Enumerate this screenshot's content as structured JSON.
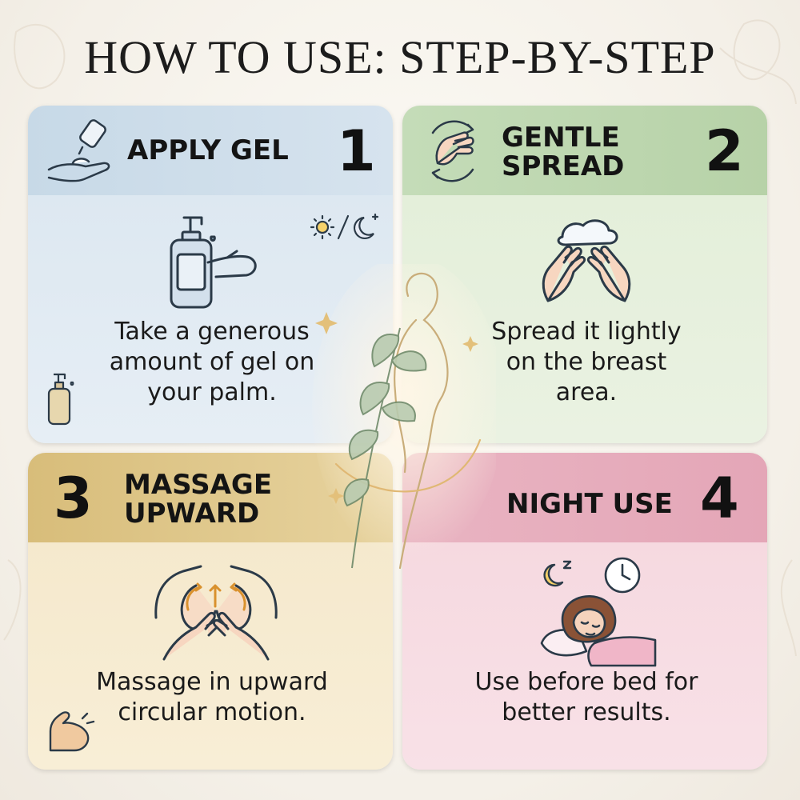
{
  "title": "HOW TO USE: STEP-BY-STEP",
  "steps": [
    {
      "number": "1",
      "title_lines": [
        "APPLY GEL"
      ],
      "description_lines": [
        "Take a generous",
        "amount of gel on",
        "your palm."
      ],
      "color": "#c7d9e7",
      "icons": [
        "gel-drop-hand-icon",
        "pump-bottle-hand-icon",
        "day-night-icon",
        "small-bottle-icon"
      ]
    },
    {
      "number": "2",
      "title_lines": [
        "GENTLE",
        "SPREAD"
      ],
      "description_lines": [
        "Spread it lightly",
        "on the breast",
        "area."
      ],
      "color": "#c4dcb8",
      "icons": [
        "circular-hand-icon",
        "hands-spreading-cream-icon"
      ]
    },
    {
      "number": "3",
      "title_lines": [
        "MASSAGE",
        "UPWARD"
      ],
      "description_lines": [
        "Massage in upward",
        "circular motion."
      ],
      "color": "#d8bd7a",
      "icons": [
        "upward-massage-icon",
        "flexed-arm-icon"
      ]
    },
    {
      "number": "4",
      "title_lines": [
        "NIGHT USE"
      ],
      "description_lines": [
        "Use before bed for",
        "better results."
      ],
      "color": "#e9b4c2",
      "icons": [
        "moon-sleep-icon",
        "clock-icon",
        "sleeping-woman-icon"
      ]
    }
  ]
}
